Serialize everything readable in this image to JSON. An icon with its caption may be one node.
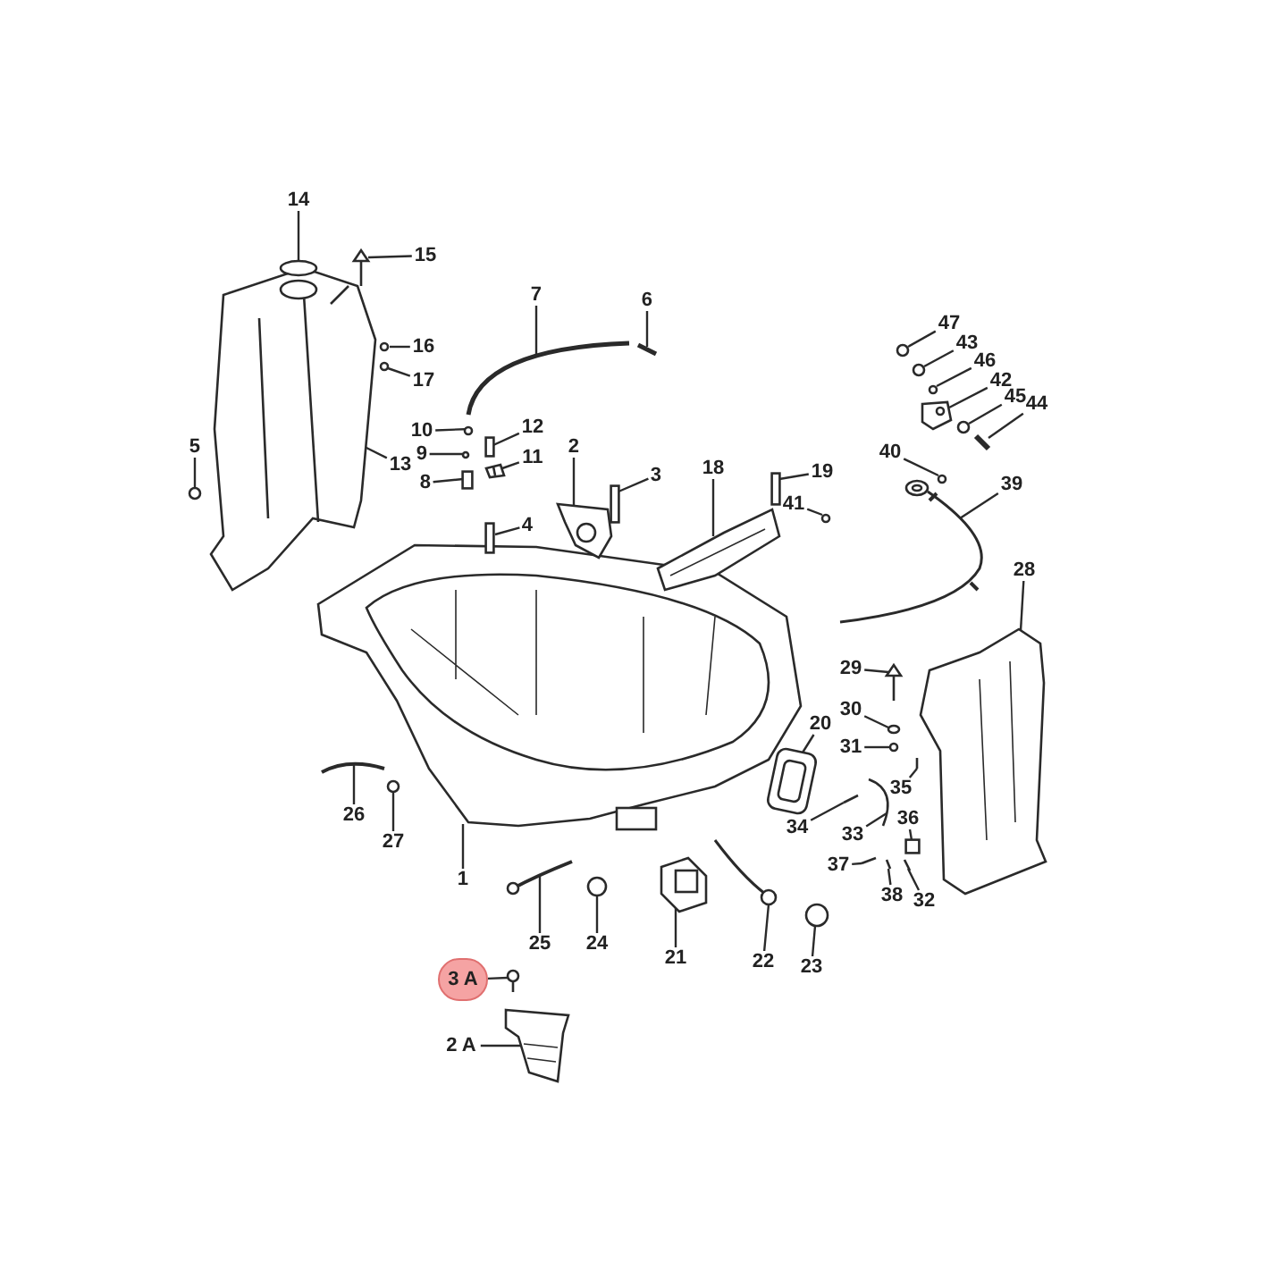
{
  "diagram": {
    "nodes": [
      {
        "text": [
          "14"
        ]
      },
      {
        "text": [
          "15"
        ]
      },
      {
        "text": [
          "7"
        ]
      },
      {
        "text": [
          "6"
        ]
      },
      {
        "text": [
          "16"
        ]
      },
      {
        "text": [
          "17"
        ]
      },
      {
        "text": [
          "47"
        ]
      },
      {
        "text": [
          "43"
        ]
      },
      {
        "text": [
          "46"
        ]
      },
      {
        "text": [
          "42"
        ]
      },
      {
        "text": [
          "45"
        ]
      },
      {
        "text": [
          "44"
        ]
      },
      {
        "text": [
          "10"
        ]
      },
      {
        "text": [
          "12"
        ]
      },
      {
        "text": [
          "9"
        ]
      },
      {
        "text": [
          "5"
        ]
      },
      {
        "text": [
          "13"
        ]
      },
      {
        "text": [
          "11"
        ]
      },
      {
        "text": [
          "2"
        ]
      },
      {
        "text": [
          "40"
        ]
      },
      {
        "text": [
          "3"
        ]
      },
      {
        "text": [
          "18"
        ]
      },
      {
        "text": [
          "19"
        ]
      },
      {
        "text": [
          "41"
        ]
      },
      {
        "text": [
          "39"
        ]
      },
      {
        "text": [
          "8"
        ]
      },
      {
        "text": [
          "4"
        ]
      },
      {
        "text": [
          "28"
        ]
      },
      {
        "text": [
          "29"
        ]
      },
      {
        "text": [
          "20"
        ]
      },
      {
        "text": [
          "30"
        ]
      },
      {
        "text": [
          "31"
        ]
      },
      {
        "text": [
          "26"
        ]
      },
      {
        "text": [
          "35"
        ]
      },
      {
        "text": [
          "36"
        ]
      },
      {
        "text": [
          "34"
        ]
      },
      {
        "text": [
          "33"
        ]
      },
      {
        "text": [
          "27"
        ]
      },
      {
        "text": [
          "37"
        ]
      },
      {
        "text": [
          "1"
        ]
      },
      {
        "text": [
          "32"
        ]
      },
      {
        "text": [
          "38"
        ]
      },
      {
        "text": [
          "25"
        ]
      },
      {
        "text": [
          "24"
        ]
      },
      {
        "text": [
          "21"
        ]
      },
      {
        "text": [
          "22"
        ]
      },
      {
        "text": [
          "23"
        ]
      },
      {
        "text": [
          "3 A"
        ]
      },
      {
        "text": [
          "2 A"
        ]
      },
      {
        "text": [],
        "shape": "circle"
      },
      {
        "text": [],
        "shape": "picture"
      },
      {
        "text": [],
        "shape": "picture"
      },
      {
        "text": [],
        "shape": "picture"
      },
      {
        "text": [],
        "shape": "circle"
      },
      {
        "text": [],
        "shape": "circle"
      },
      {
        "text": [],
        "shape": "circle"
      },
      {
        "text": [],
        "shape": "circle"
      },
      {
        "text": [],
        "shape": "circle"
      },
      {
        "text": [],
        "shape": "picture"
      },
      {
        "text": [],
        "shape": "circle"
      },
      {
        "text": [],
        "shape": "picture"
      },
      {
        "text": [],
        "shape": "circle"
      },
      {
        "text": [],
        "shape": "box"
      },
      {
        "text": [],
        "shape": "circle"
      },
      {
        "text": [],
        "shape": "circle"
      },
      {
        "text": [],
        "shape": "picture"
      },
      {
        "text": [],
        "shape": "picture"
      },
      {
        "text": [],
        "shape": "picture"
      },
      {
        "text": [],
        "shape": "circle"
      },
      {
        "text": [],
        "shape": "box"
      },
      {
        "text": [],
        "shape": "picture"
      },
      {
        "text": [],
        "shape": "box"
      },
      {
        "text": [],
        "shape": "circle"
      },
      {
        "text": [],
        "shape": "picture"
      },
      {
        "text": [],
        "shape": "box"
      },
      {
        "text": [],
        "shape": "box"
      },
      {
        "text": [],
        "shape": "picture"
      },
      {
        "text": [],
        "shape": "picture"
      },
      {
        "text": [],
        "shape": "picture"
      },
      {
        "text": [],
        "shape": "circle"
      },
      {
        "text": [],
        "shape": "circle"
      },
      {
        "text": [],
        "shape": "picture"
      },
      {
        "text": [],
        "shape": "picture"
      },
      {
        "text": [],
        "shape": "box"
      },
      {
        "text": [],
        "shape": "picture"
      },
      {
        "text": [],
        "shape": "picture"
      },
      {
        "text": [],
        "shape": "circle"
      },
      {
        "text": [],
        "shape": "picture"
      },
      {
        "text": [],
        "shape": "picture"
      },
      {
        "text": [],
        "shape": "picture"
      },
      {
        "text": [],
        "shape": "picture"
      },
      {
        "text": [],
        "shape": "picture"
      },
      {
        "text": [],
        "shape": "circle"
      },
      {
        "text": [],
        "shape": "picture"
      },
      {
        "text": [],
        "shape": "picture"
      },
      {
        "text": [],
        "shape": "circle"
      },
      {
        "text": [],
        "shape": "picture"
      },
      {
        "text": [],
        "shape": "picture"
      }
    ],
    "edges": [
      {
        "from": 0,
        "to": 49,
        "arrow": "none"
      },
      {
        "from": 1,
        "to": 50,
        "arrow": "none"
      },
      {
        "from": 2,
        "to": 51,
        "arrow": "none"
      },
      {
        "from": 3,
        "to": 52,
        "arrow": "none"
      },
      {
        "from": 4,
        "to": 53,
        "arrow": "none"
      },
      {
        "from": 5,
        "to": 54,
        "arrow": "none"
      },
      {
        "from": 6,
        "to": 55,
        "arrow": "none"
      },
      {
        "from": 7,
        "to": 56,
        "arrow": "none"
      },
      {
        "from": 8,
        "to": 57,
        "arrow": "none"
      },
      {
        "from": 9,
        "to": 58,
        "arrow": "none"
      },
      {
        "from": 10,
        "to": 59,
        "arrow": "none"
      },
      {
        "from": 11,
        "to": 60,
        "arrow": "none"
      },
      {
        "from": 12,
        "to": 61,
        "arrow": "none"
      },
      {
        "from": 13,
        "to": 62,
        "arrow": "none"
      },
      {
        "from": 14,
        "to": 63,
        "arrow": "none"
      },
      {
        "from": 15,
        "to": 64,
        "arrow": "none"
      },
      {
        "from": 16,
        "to": 65,
        "arrow": "none"
      },
      {
        "from": 17,
        "to": 66,
        "arrow": "none"
      },
      {
        "from": 18,
        "to": 67,
        "arrow": "none"
      },
      {
        "from": 19,
        "to": 68,
        "arrow": "none"
      },
      {
        "from": 20,
        "to": 69,
        "arrow": "none"
      },
      {
        "from": 21,
        "to": 70,
        "arrow": "none"
      },
      {
        "from": 22,
        "to": 71,
        "arrow": "none"
      },
      {
        "from": 23,
        "to": 72,
        "arrow": "none"
      },
      {
        "from": 24,
        "to": 73,
        "arrow": "none"
      },
      {
        "from": 25,
        "to": 74,
        "arrow": "none"
      },
      {
        "from": 26,
        "to": 75,
        "arrow": "none"
      },
      {
        "from": 27,
        "to": 76,
        "arrow": "none"
      },
      {
        "from": 28,
        "to": 77,
        "arrow": "none"
      },
      {
        "from": 29,
        "to": 78,
        "arrow": "none"
      },
      {
        "from": 30,
        "to": 79,
        "arrow": "none"
      },
      {
        "from": 31,
        "to": 80,
        "arrow": "none"
      },
      {
        "from": 32,
        "to": 81,
        "arrow": "none"
      },
      {
        "from": 33,
        "to": 82,
        "arrow": "none"
      },
      {
        "from": 34,
        "to": 83,
        "arrow": "none"
      },
      {
        "from": 35,
        "to": 84,
        "arrow": "none"
      },
      {
        "from": 36,
        "to": 85,
        "arrow": "none"
      },
      {
        "from": 37,
        "to": 86,
        "arrow": "none"
      },
      {
        "from": 38,
        "to": 87,
        "arrow": "none"
      },
      {
        "from": 39,
        "to": 88,
        "arrow": "none"
      },
      {
        "from": 40,
        "to": 89,
        "arrow": "none"
      },
      {
        "from": 41,
        "to": 90,
        "arrow": "none"
      },
      {
        "from": 42,
        "to": 91,
        "arrow": "none"
      },
      {
        "from": 43,
        "to": 92,
        "arrow": "none"
      },
      {
        "from": 44,
        "to": 93,
        "arrow": "none"
      },
      {
        "from": 45,
        "to": 94,
        "arrow": "none"
      },
      {
        "from": 46,
        "to": 95,
        "arrow": "none"
      },
      {
        "from": 47,
        "to": 96,
        "arrow": "none"
      },
      {
        "from": 48,
        "to": 97,
        "arrow": "none"
      }
    ]
  }
}
